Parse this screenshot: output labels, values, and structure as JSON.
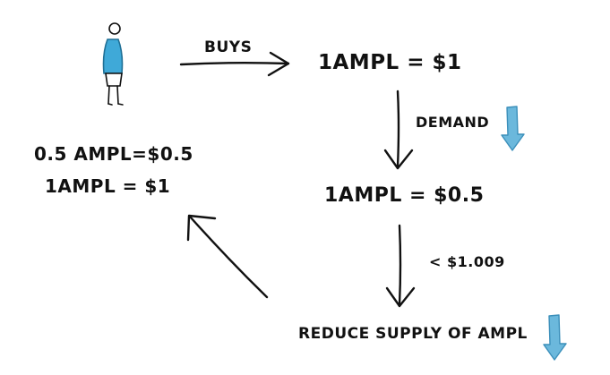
{
  "labels": {
    "buys": "BUYS",
    "top_equation": "1AMPL = $1",
    "demand": "DEMAND",
    "left_line1": "0.5 AMPL=$0.5",
    "left_line2": "1AMPL = $1",
    "middle_equation": "1AMPL = $0.5",
    "threshold": "< $1.009",
    "reduce_supply": "REDUCE SUPPLY OF AMPL"
  },
  "colors": {
    "figure_shirt": "#3fa9d8",
    "down_arrow": "#6bb8dc",
    "down_arrow_edge": "#3b8fba",
    "ink": "#111111"
  }
}
